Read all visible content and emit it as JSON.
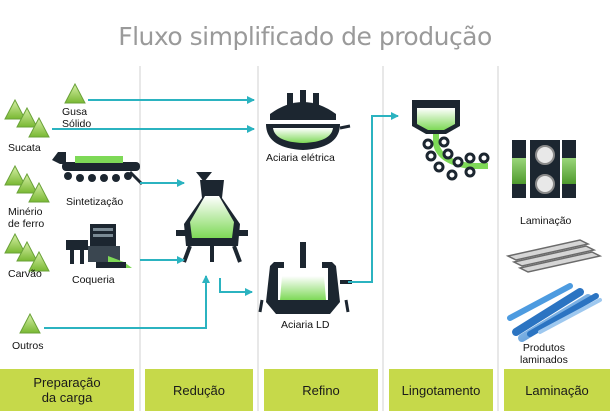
{
  "title": "Fluxo simplificado de produção",
  "inputs": {
    "gusa": "Gusa\nSólido",
    "sucata": "Sucata",
    "minerio": "Minério\nde ferro",
    "carvao": "Carvão",
    "outros": "Outros"
  },
  "processes": {
    "sintetizacao": "Sintetização",
    "coqueria": "Coqueria",
    "aciaria_eletrica": "Aciaria elétrica",
    "aciaria_ld": "Aciaria LD",
    "laminacao": "Laminação",
    "produtos_laminados": "Produtos\nlaminados"
  },
  "stages": [
    "Preparação\nda carga",
    "Redução",
    "Refino",
    "Lingotamento",
    "Laminação"
  ],
  "colors": {
    "arrow": "#2bb3c0",
    "green": "#7ed957",
    "stage_bar": "#c6d94a",
    "equipment": "#1c2630",
    "divider": "#d0d0d0",
    "product": "#3a8fd4"
  }
}
